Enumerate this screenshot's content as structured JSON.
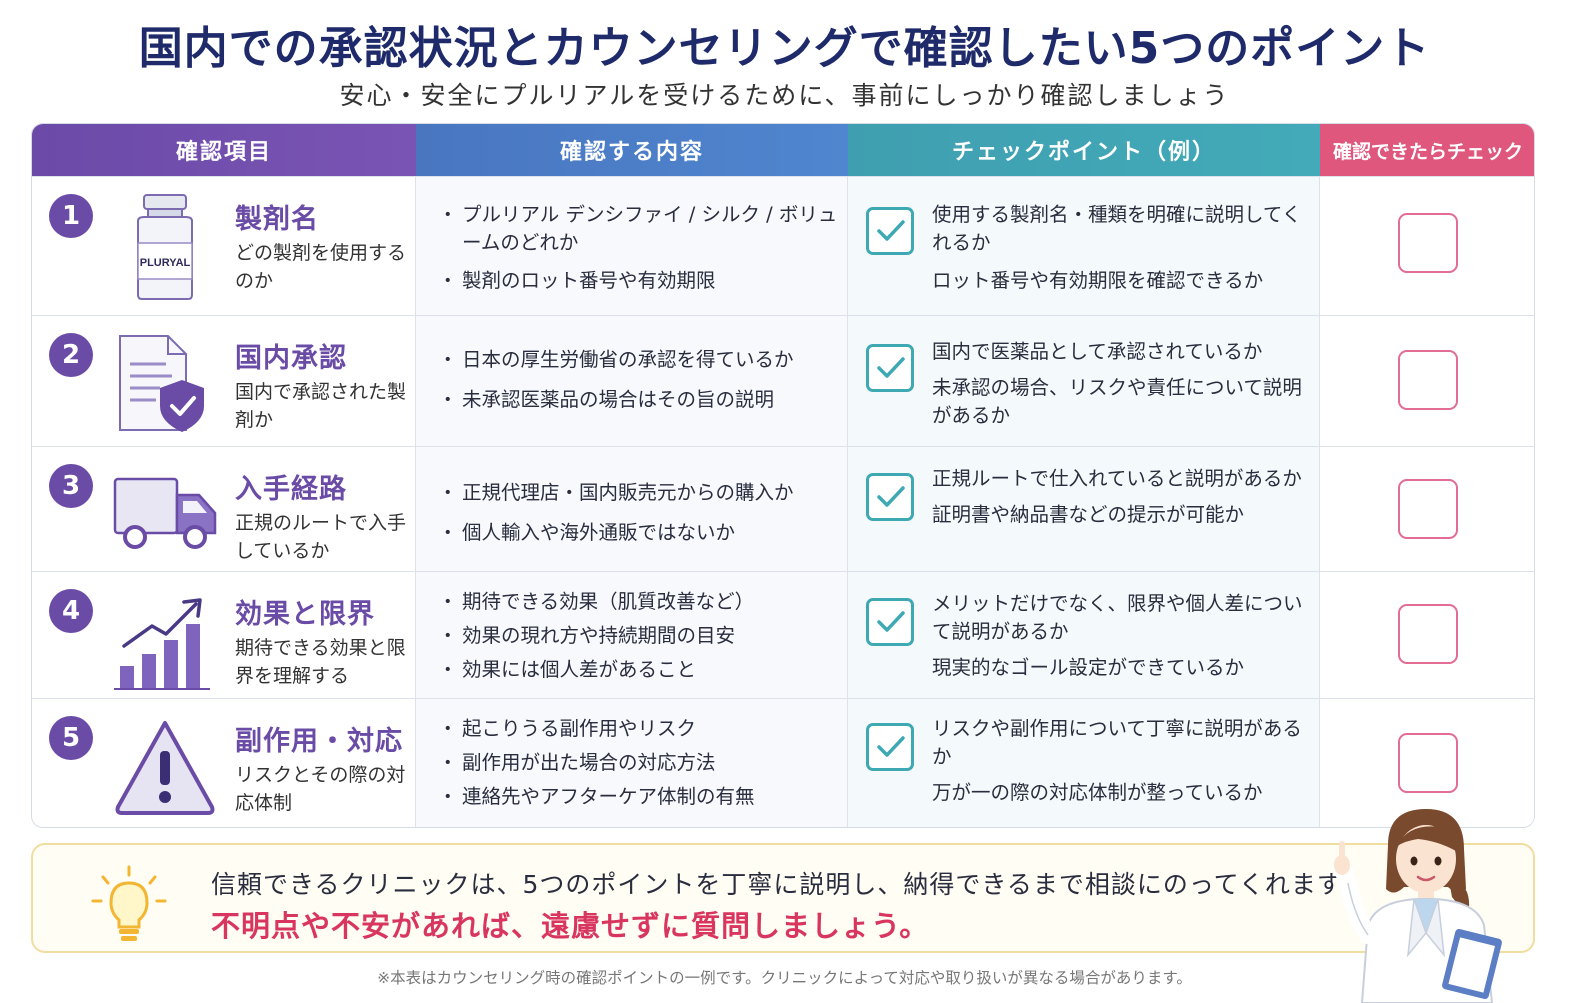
{
  "title": "国内での承認状況とカウンセリングで確認したい5つのポイント",
  "subtitle": "安心・安全にプルリアルを受けるために、事前にしっかり確認しましょう",
  "headers": {
    "col1": "確認項目",
    "col2": "確認する内容",
    "col3": "チェックポイント（例）",
    "col4": "確認できたらチェック"
  },
  "rows": [
    {
      "number": "1",
      "icon": "vial-icon",
      "vial_label": "PLURYAL",
      "title": "製剤名",
      "desc": "どの製剤を使用するのか",
      "bullets": [
        "プルリアル デンシファイ / シルク / ボリュームのどれか",
        "製剤のロット番号や有効期限"
      ],
      "checkpoints": [
        "使用する製剤名・種類を明確に説明してくれるか",
        "ロット番号や有効期限を確認できるか"
      ]
    },
    {
      "number": "2",
      "icon": "document-shield-icon",
      "title": "国内承認",
      "desc": "国内で承認された製剤か",
      "bullets": [
        "日本の厚生労働省の承認を得ているか",
        "未承認医薬品の場合はその旨の説明"
      ],
      "checkpoints": [
        "国内で医薬品として承認されているか",
        "未承認の場合、リスクや責任について説明があるか"
      ]
    },
    {
      "number": "3",
      "icon": "truck-icon",
      "title": "入手経路",
      "desc": "正規のルートで入手しているか",
      "bullets": [
        "正規代理店・国内販売元からの購入か",
        "個人輸入や海外通販ではないか"
      ],
      "checkpoints": [
        "正規ルートで仕入れていると説明があるか",
        "証明書や納品書などの提示が可能か"
      ]
    },
    {
      "number": "4",
      "icon": "growth-chart-icon",
      "title": "効果と限界",
      "desc": "期待できる効果と限界を理解する",
      "bullets": [
        "期待できる効果（肌質改善など）",
        "効果の現れ方や持続期間の目安",
        "効果には個人差があること"
      ],
      "checkpoints": [
        "メリットだけでなく、限界や個人差について説明があるか",
        "現実的なゴール設定ができているか"
      ]
    },
    {
      "number": "5",
      "icon": "warning-icon",
      "title": "副作用・対応",
      "desc": "リスクとその際の対応体制",
      "bullets": [
        "起こりうる副作用やリスク",
        "副作用が出た場合の対応方法",
        "連絡先やアフターケア体制の有無"
      ],
      "checkpoints": [
        "リスクや副作用について丁寧に説明があるか",
        "万が一の際の対応体制が整っているか"
      ]
    }
  ],
  "banner": {
    "line1": "信頼できるクリニックは、5つのポイントを丁寧に説明し、納得できるまで相談にのってくれます。",
    "line2": "不明点や不安があれば、遠慮せずに質問しましょう。"
  },
  "footnote": "※本表はカウンセリング時の確認ポイントの一例です。クリニックによって対応や取り扱いが異なる場合があります。",
  "colors": {
    "title": "#1f2a6b",
    "purple": "#6a4ca6",
    "blue": "#4a76c0",
    "teal": "#3f9fb0",
    "pink": "#e0577e",
    "emphasis": "#d9365f"
  }
}
